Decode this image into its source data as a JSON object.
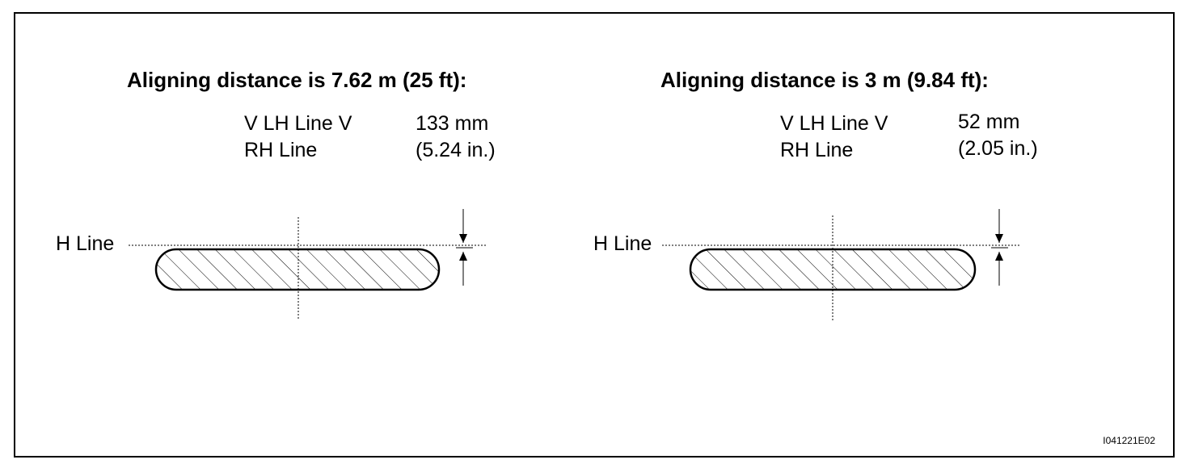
{
  "panels": [
    {
      "heading": "Aligning distance is 7.62 m (25 ft):",
      "spec_label_1": "V LH Line V",
      "spec_label_2": "RH Line",
      "spec_value_1": "133 mm",
      "spec_value_2": "(5.24 in.)",
      "h_line_label": "H Line"
    },
    {
      "heading": "Aligning distance is 3 m (9.84 ft):",
      "spec_label_1": "V LH Line V",
      "spec_label_2": "RH Line",
      "spec_value_1": "52 mm",
      "spec_value_2": "(2.05 in.)",
      "h_line_label": "H Line"
    }
  ],
  "image_code": "I041221E02",
  "colors": {
    "line": "#000000",
    "background": "#ffffff"
  }
}
